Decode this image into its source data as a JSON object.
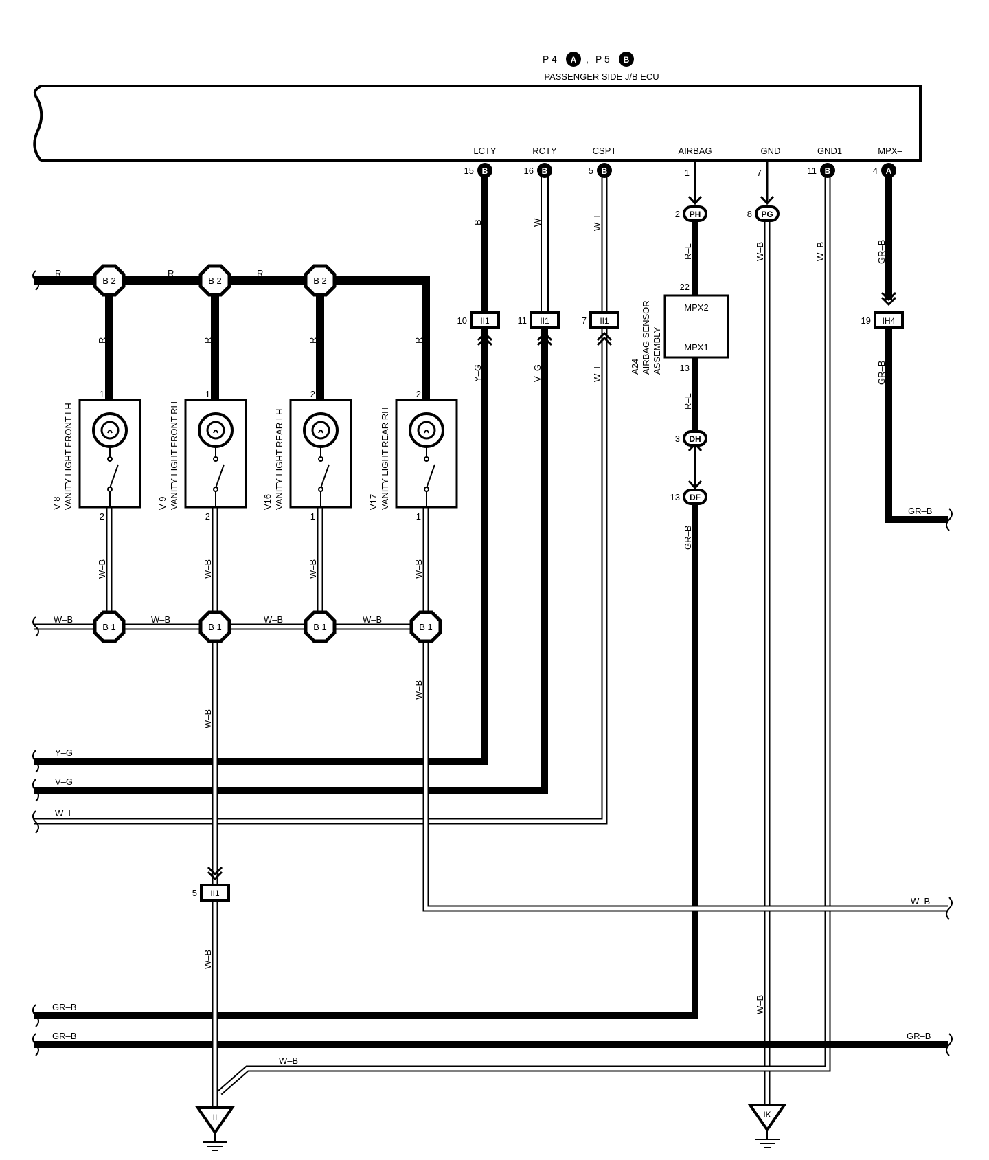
{
  "ecu": {
    "connectors": "P 4 , P 5",
    "connector_a": "A",
    "connector_b": "B",
    "name": "PASSENGER SIDE J/B ECU",
    "terminals": [
      {
        "name": "LCTY",
        "pin": "15",
        "conn": "B"
      },
      {
        "name": "RCTY",
        "pin": "16",
        "conn": "B"
      },
      {
        "name": "CSPT",
        "pin": "5",
        "conn": "B"
      },
      {
        "name": "AIRBAG",
        "pin": "1",
        "conn": ""
      },
      {
        "name": "GND",
        "pin": "7",
        "conn": ""
      },
      {
        "name": "GND1",
        "pin": "11",
        "conn": "B"
      },
      {
        "name": "MPX–",
        "pin": "4",
        "conn": "A"
      }
    ]
  },
  "junctions": {
    "top": "B 2",
    "bottom": "B 1"
  },
  "lights": [
    {
      "code": "V 8",
      "name": "VANITY LIGHT FRONT LH",
      "top_pin": "1",
      "bottom_pin": "2"
    },
    {
      "code": "V 9",
      "name": "VANITY LIGHT FRONT RH",
      "top_pin": "1",
      "bottom_pin": "2"
    },
    {
      "code": "V16",
      "name": "VANITY LIGHT REAR LH",
      "top_pin": "2",
      "bottom_pin": "1"
    },
    {
      "code": "V17",
      "name": "VANITY LIGHT REAR RH",
      "top_pin": "2",
      "bottom_pin": "1"
    }
  ],
  "connectors": {
    "ii1": "II1",
    "ih4": "IH4",
    "ph": "PH",
    "pg": "PG",
    "dh": "DH",
    "df": "DF",
    "pins": {
      "ii1_lcty": "10",
      "ii1_rcty": "11",
      "ii1_cspt": "7",
      "ii1_gnd": "5",
      "ih4": "19",
      "ph": "2",
      "pg": "8",
      "dh": "3",
      "df": "13"
    }
  },
  "airbag_sensor": {
    "code": "A24",
    "line1": "AIRBAG SENSOR",
    "line2": "ASSEMBLY",
    "mpx2": "MPX2",
    "mpx1": "MPX1",
    "pin_top": "22",
    "pin_bottom": "13"
  },
  "grounds": {
    "left": "II",
    "right": "IK"
  },
  "wire_colors": {
    "r": "R",
    "wb": "W–B",
    "b": "B",
    "w": "W",
    "wl": "W–L",
    "rl": "R–L",
    "grb": "GR–B",
    "yg": "Y–G",
    "vg": "V–G"
  }
}
